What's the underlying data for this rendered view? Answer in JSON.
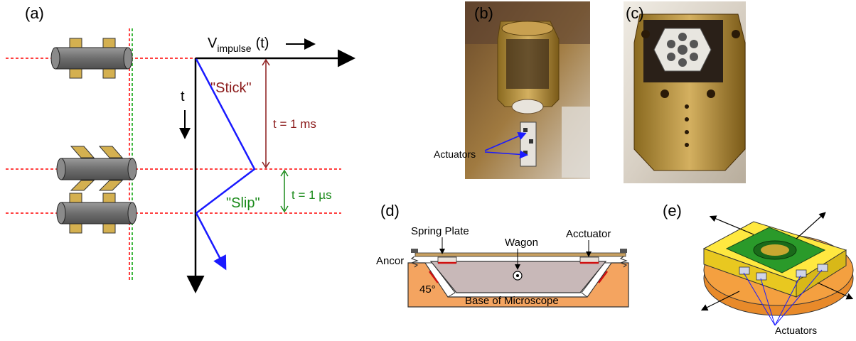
{
  "panel_a": {
    "label": "(a)",
    "v_impulse": "V",
    "v_impulse_sub": "impulse",
    "v_impulse_suffix": "(t)",
    "t_axis": "t",
    "stick": "\"Stick\"",
    "slip": "\"Slip\"",
    "t_stick": "t = 1 ms",
    "t_slip": "t = 1 µs",
    "colors": {
      "stick": "#8b1a1a",
      "slip": "#1a8a1a",
      "trace": "#1a1aff",
      "guide": "#ff0000",
      "guide2": "#00a000"
    }
  },
  "panel_b": {
    "label": "(b)",
    "actuators": "Actuators"
  },
  "panel_c": {
    "label": "(c)"
  },
  "panel_d": {
    "label": "(d)",
    "spring_plate": "Spring Plate",
    "wagon": "Wagon",
    "actuator": "Acctuator",
    "anchor": "Ancor",
    "angle": "45°",
    "base": "Base of Microscope",
    "colors": {
      "base": "#f4a460",
      "wagon": "#c8b8b8"
    }
  },
  "panel_e": {
    "label": "(e)",
    "actuators": "Actuators"
  }
}
